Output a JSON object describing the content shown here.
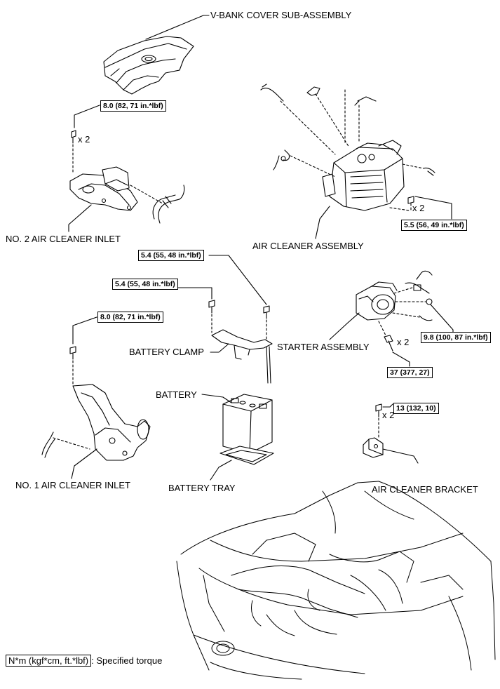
{
  "parts": {
    "v_bank_cover": "V-BANK COVER SUB-ASSEMBLY",
    "no2_air_cleaner_inlet": "NO. 2 AIR CLEANER INLET",
    "air_cleaner_assembly": "AIR CLEANER ASSEMBLY",
    "battery_clamp": "BATTERY CLAMP",
    "starter_assembly": "STARTER ASSEMBLY",
    "battery": "BATTERY",
    "no1_air_cleaner_inlet": "NO. 1 AIR CLEANER INLET",
    "battery_tray": "BATTERY TRAY",
    "air_cleaner_bracket": "AIR CLEANER BRACKET"
  },
  "torques": {
    "no2_inlet_bolt": "8.0 (82, 71 in.*lbf)",
    "air_cleaner_bolt": "5.5 (56, 49 in.*lbf)",
    "clamp_bolt_right": "5.4 (55, 48 in.*lbf)",
    "clamp_bolt_left": "5.4 (55, 48 in.*lbf)",
    "no1_inlet_bolt": "8.0 (82, 71 in.*lbf)",
    "starter_nut": "9.8 (100, 87 in.*lbf)",
    "starter_bolt": "37 (377, 27)",
    "bracket_bolt": "13 (132, 10)"
  },
  "quantities": {
    "no2_inlet": "x 2",
    "air_cleaner": "x 2",
    "starter": "x 2",
    "bracket": "x 2"
  },
  "legend": {
    "unit": "N*m (kgf*cm, ft.*lbf)",
    "description": ": Specified torque"
  }
}
